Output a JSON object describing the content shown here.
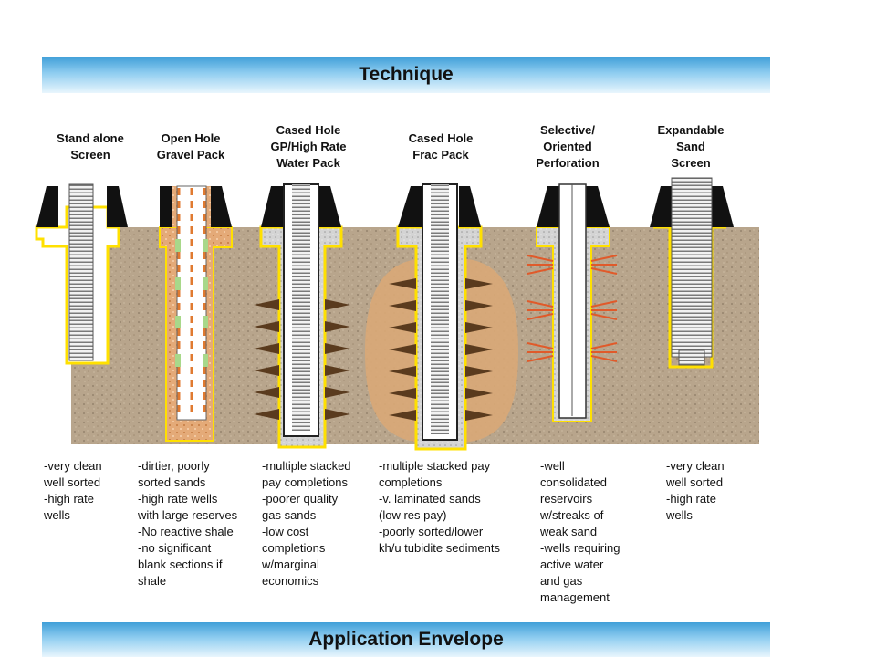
{
  "header": {
    "title": "Technique"
  },
  "footer": {
    "title": "Application  Envelope"
  },
  "techniques": [
    {
      "title": "Stand alone\nScreen",
      "desc": "-very clean\nwell sorted\n-high rate\nwells"
    },
    {
      "title": "Open Hole\nGravel  Pack",
      "desc": "-dirtier, poorly\nsorted sands\n-high rate wells\nwith large reserves\n-No reactive shale\n-no significant\nblank sections if\nshale"
    },
    {
      "title": "Cased Hole\nGP/High Rate\nWater Pack",
      "desc": "-multiple stacked\npay completions\n-poorer quality\ngas sands\n-low cost\ncompletions\nw/marginal\neconomics"
    },
    {
      "title": "Cased Hole\nFrac Pack",
      "desc": "-multiple stacked pay\ncompletions\n-v. laminated sands\n(low res pay)\n-poorly sorted/lower\nkh/u tubidite sediments"
    },
    {
      "title": "Selective/\nOriented\nPerforation",
      "desc": "-well\nconsolidated\nreservoirs\nw/streaks of\nweak sand\n-wells requiring\nactive water\nand gas\nmanagement"
    },
    {
      "title": "Expandable\nSand\nScreen",
      "desc": "-very clean\nwell sorted\n-high rate\nwells"
    }
  ],
  "colors": {
    "formation": "#b8a58c",
    "formation_speckle": "#8c7a64",
    "casing": "#111111",
    "cement": "#cfcfcf",
    "gravel": "#f0c8a0",
    "frac_halo": "#d9a877",
    "perforation": "#5a3b1e",
    "oriented_perforation": "#e05a2a",
    "outline_yellow": "#ffe000",
    "screen": "#d8d8d8",
    "banner_blue": "#3f9fd8"
  }
}
